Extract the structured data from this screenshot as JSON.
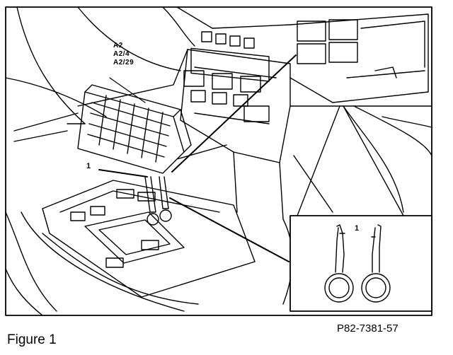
{
  "callouts": {
    "component_lines": [
      "A2",
      "A2/4",
      "A2/29"
    ],
    "tool_marker": "1",
    "detail_marker": "1"
  },
  "footer": {
    "caption": "Figure 1",
    "reference": "P82-7381-57"
  }
}
